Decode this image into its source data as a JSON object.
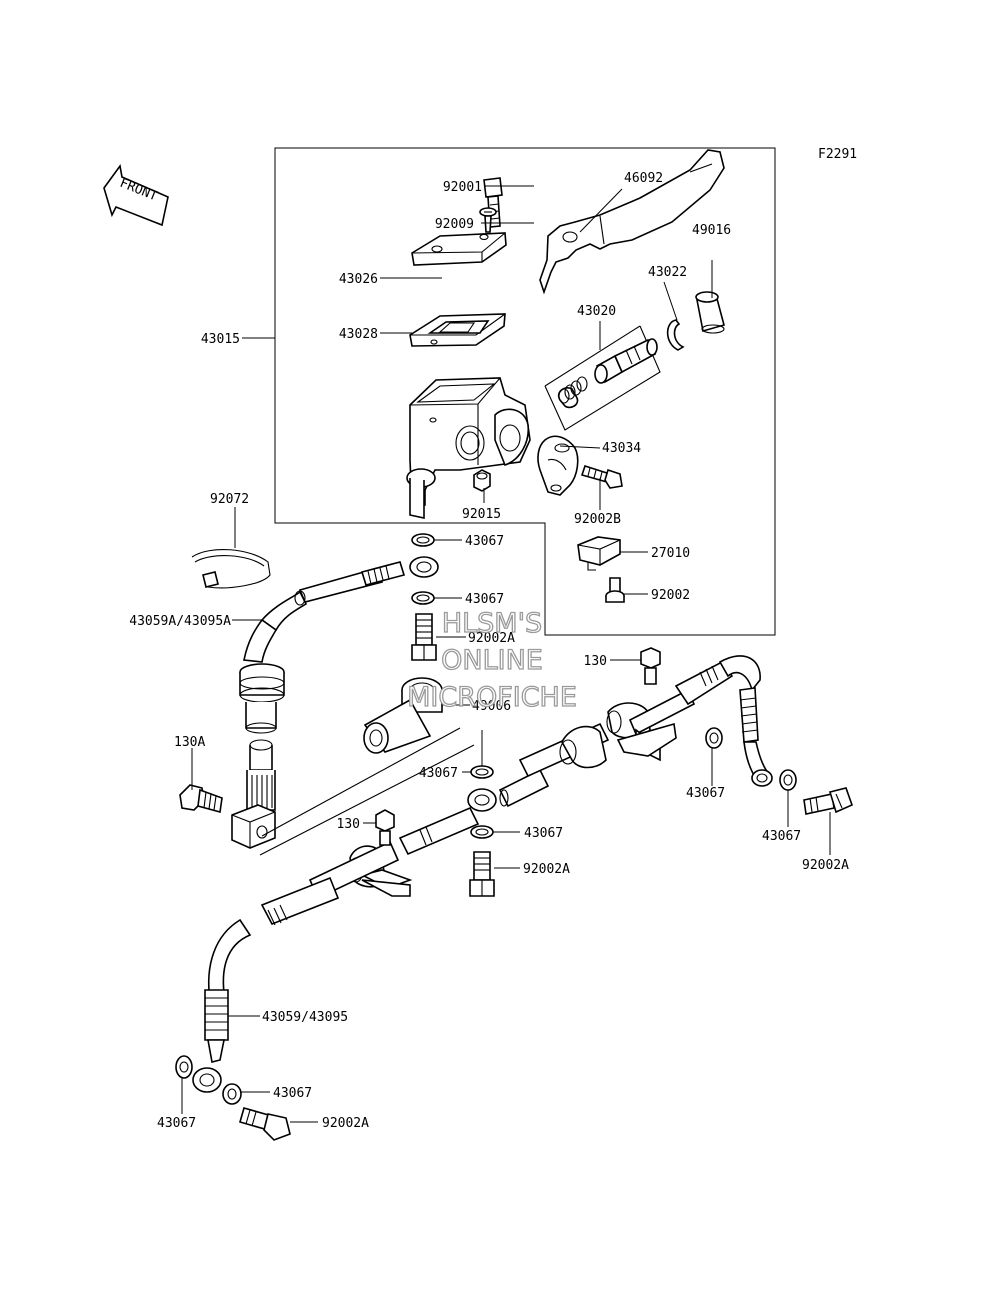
{
  "figure_code": "F2291",
  "front_arrow_text": "FRONT",
  "watermark": [
    "HLSM'S",
    "ONLINE",
    "MICROFICHE"
  ],
  "labels": {
    "p92001": "92001",
    "p46092": "46092",
    "p92009": "92009",
    "p43026": "43026",
    "p43028": "43028",
    "p43015": "43015",
    "p43022": "43022",
    "p49016": "49016",
    "p43020": "43020",
    "p43034": "43034",
    "p92002B": "92002B",
    "p92015": "92015",
    "p92072": "92072",
    "p43067_a": "43067",
    "p27010": "27010",
    "p43067_b": "43067",
    "p92002": "92002",
    "p43059A": "43059A/43095A",
    "p92002A_a": "92002A",
    "p130_a": "130",
    "p49006": "49006",
    "p130A": "130A",
    "p43067_c": "43067",
    "p43067_d": "43067",
    "p43067_e": "43067",
    "p130_b": "130",
    "p43067_f": "43067",
    "p92002A_b": "92002A",
    "p92002A_c": "92002A",
    "p43059": "43059/43095",
    "p43067_g": "43067",
    "p43067_h": "43067",
    "p92002A_d": "92002A"
  }
}
